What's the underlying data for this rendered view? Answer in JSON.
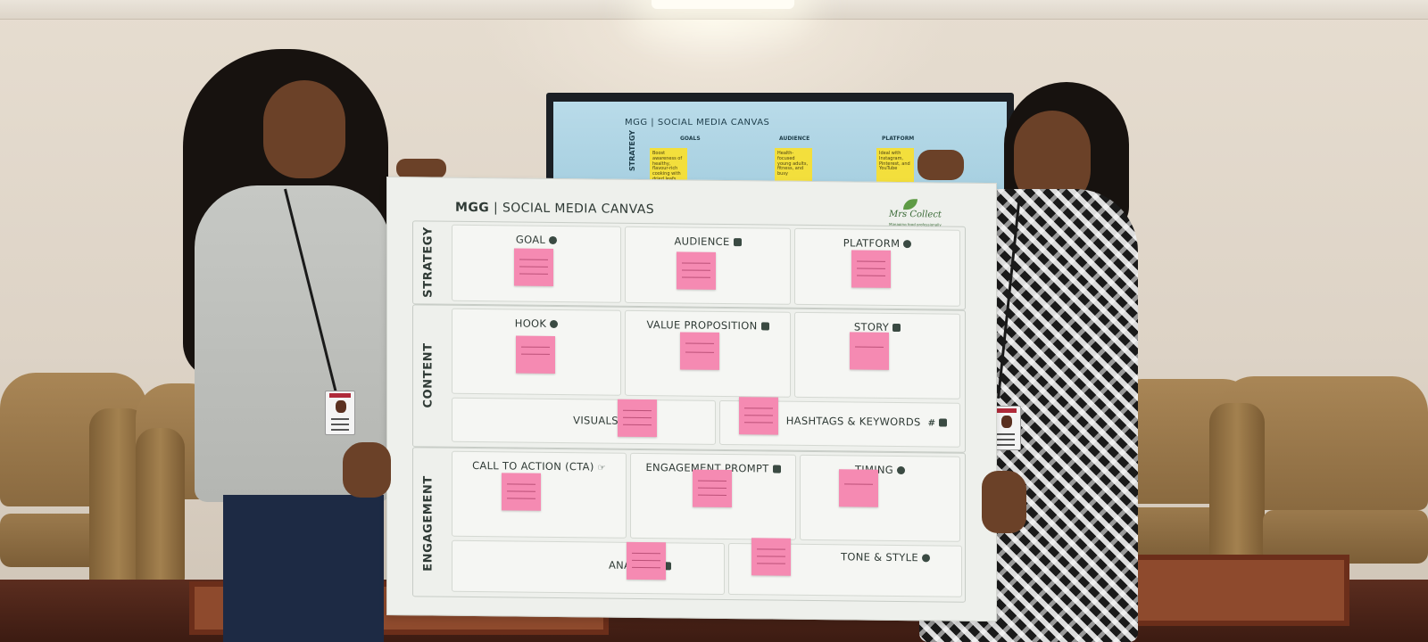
{
  "scene": {
    "description_colors": {
      "wall": "#e2d9cc",
      "poster": "#eef0ec",
      "sticky_note": "#f58ab2",
      "tv_note": "#f3df3c",
      "chair": "#9b7a4d"
    }
  },
  "tv": {
    "title": "MGG | SOCIAL MEDIA CANVAS",
    "side_label": "STRATEGY",
    "columns": [
      "GOALS",
      "AUDIENCE",
      "PLATFORM"
    ],
    "notes": [
      "Boost awareness of healthy, flavour-rich cooking with dried leafs",
      "Health-focused young adults, fitness, and busy",
      "Ideal with Instagram, Pinterest, and YouTube"
    ]
  },
  "poster": {
    "title_bold": "MGG",
    "title_rest": " | SOCIAL MEDIA CANVAS",
    "brand_name": "Mrs Collect",
    "brand_tag": "Managing food professionally",
    "sections": [
      "STRATEGY",
      "CONTENT",
      "ENGAGEMENT"
    ],
    "cells": {
      "goal": "GOAL",
      "audience": "AUDIENCE",
      "platform": "PLATFORM",
      "hook": "HOOK",
      "value_proposition": "VALUE PROPOSITION",
      "story": "STORY",
      "visuals": "VISUALS",
      "hashtags": "HASHTAGS & KEYWORDS",
      "hashtags_icon": "#",
      "cta": "CALL TO ACTION (CTA)",
      "engagement_prompt": "ENGAGEMENT PROMPT",
      "timing": "TIMING",
      "analytic": "ANALYTIC",
      "tone_style": "TONE & STYLE"
    },
    "icons": {
      "goal": "target-icon",
      "audience": "people-icon",
      "platform": "globe-icon",
      "hook": "magnet-icon",
      "value_proposition": "diamond-icon",
      "story": "book-icon",
      "visuals": "image-icon",
      "hashtags": "hashtag-icon",
      "cta": "pointing-hand-icon",
      "engagement_prompt": "thumbs-icon",
      "timing": "clock-icon",
      "analytic": "chart-icon",
      "tone_style": "speech-bubble-icon"
    }
  }
}
